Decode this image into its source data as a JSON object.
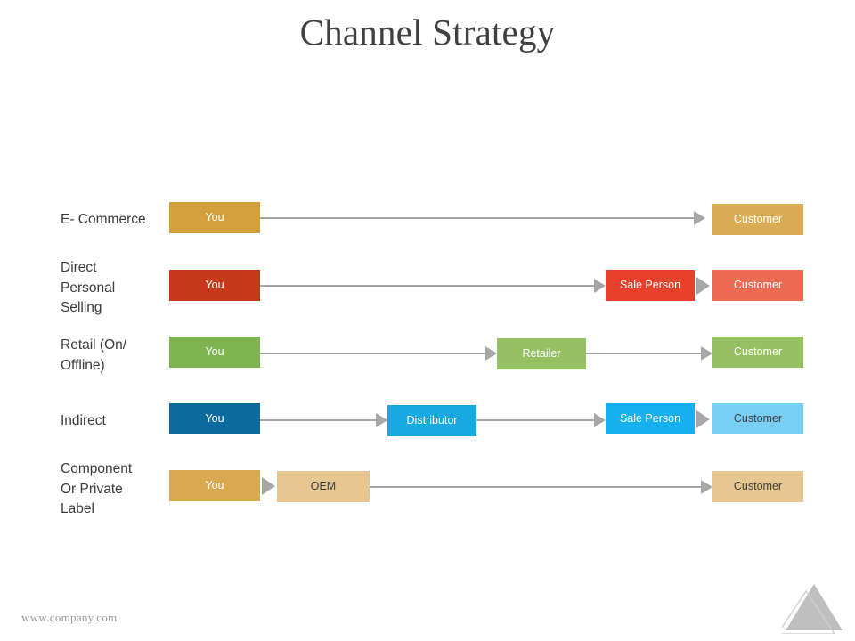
{
  "slide": {
    "title": "Channel Strategy",
    "footer_url": "www.company.com"
  },
  "colors": {
    "title_text": "#404040",
    "label_text": "#3b3b3b",
    "connector": "#a6a6a6",
    "logo_gray": "#bfbfbf",
    "ecommerce_primary": "#d4a03c",
    "ecommerce_light": "#d9ab54",
    "direct_primary": "#c6381a",
    "direct_mid": "#e8402a",
    "direct_light": "#ec6a52",
    "retail_primary": "#7fb350",
    "retail_light": "#95c163",
    "indirect_primary": "#0d6a9e",
    "indirect_mid": "#17a9e0",
    "indirect_bright": "#14b0f0",
    "indirect_light": "#79cef5",
    "component_primary": "#d8a94f",
    "component_light": "#e6c691"
  },
  "rows": [
    {
      "label": "E- Commerce",
      "nodes": [
        {
          "name": "you",
          "text": "You",
          "color": "#d4a03c",
          "text_dark": false
        },
        {
          "name": "customer",
          "text": "Customer",
          "color": "#d9ab54",
          "text_dark": false
        }
      ]
    },
    {
      "label": "Direct\nPersonal\nSelling",
      "nodes": [
        {
          "name": "you",
          "text": "You",
          "color": "#c6381a",
          "text_dark": false
        },
        {
          "name": "sale-person",
          "text": "Sale Person",
          "color": "#e8402a",
          "text_dark": false
        },
        {
          "name": "customer",
          "text": "Customer",
          "color": "#ec6a52",
          "text_dark": false
        }
      ]
    },
    {
      "label": "Retail (On/\nOffline)",
      "nodes": [
        {
          "name": "you",
          "text": "You",
          "color": "#7fb350",
          "text_dark": false
        },
        {
          "name": "retailer",
          "text": "Retailer",
          "color": "#95c163",
          "text_dark": false
        },
        {
          "name": "customer",
          "text": "Customer",
          "color": "#95c163",
          "text_dark": false
        }
      ]
    },
    {
      "label": "Indirect",
      "nodes": [
        {
          "name": "you",
          "text": "You",
          "color": "#0d6a9e",
          "text_dark": false
        },
        {
          "name": "distributor",
          "text": "Distributor",
          "color": "#17a9e0",
          "text_dark": false
        },
        {
          "name": "sale-person",
          "text": "Sale Person",
          "color": "#14b0f0",
          "text_dark": false
        },
        {
          "name": "customer",
          "text": "Customer",
          "color": "#79cef5",
          "text_dark": true
        }
      ]
    },
    {
      "label": "Component\nOr Private\nLabel",
      "nodes": [
        {
          "name": "you",
          "text": "You",
          "color": "#d8a94f",
          "text_dark": false
        },
        {
          "name": "oem",
          "text": "OEM",
          "color": "#e6c691",
          "text_dark": true
        },
        {
          "name": "customer",
          "text": "Customer",
          "color": "#e6c691",
          "text_dark": true
        }
      ]
    }
  ]
}
